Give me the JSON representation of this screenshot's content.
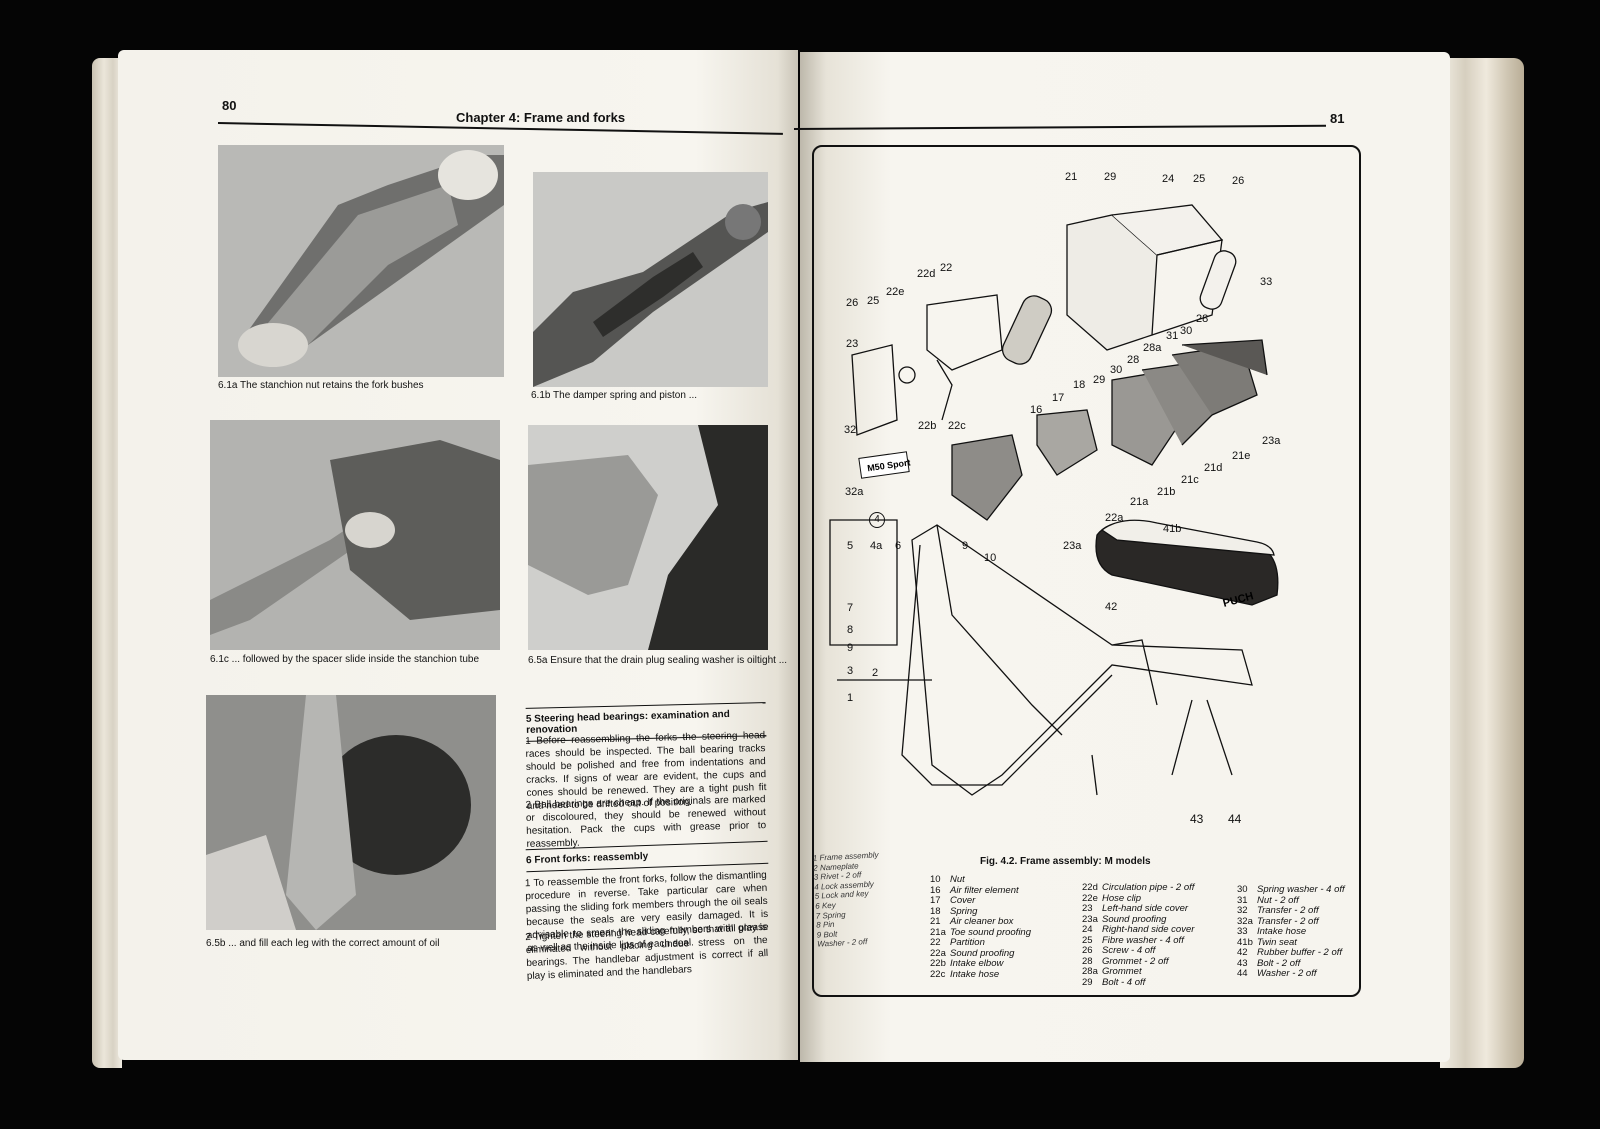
{
  "left_page": {
    "page_number": "80",
    "chapter_title": "Chapter 4: Frame and forks",
    "captions": [
      "6.1a The stanchion nut retains the fork bushes",
      "6.1b The damper spring and piston ...",
      "6.1c ... followed by the spacer slide inside the stanchion tube",
      "6.5a Ensure that the drain plug sealing washer is oiltight ...",
      "6.5b ... and fill each leg with the correct amount of oil"
    ],
    "section5": {
      "heading": "5   Steering head bearings: examination and renovation",
      "para1": "1   Before reassembling the forks the steering head races should be inspected. The ball bearing tracks should be polished and free from indentations and cracks. If signs of wear are evident, the cups and cones should be renewed. They are a tight push fit and need to be drifted out of position.",
      "para2": "2   Ball bearings are cheap. If the originals are marked or discoloured, they should be renewed without hesitation. Pack the cups with grease prior to reassembly."
    },
    "section6": {
      "heading": "6   Front forks: reassembly",
      "para1": "1   To reassemble the front forks, follow the dismantling procedure in reverse. Take particular care when passing the sliding fork members through the oil seals because the seals are very easily damaged. It is advisable to smear the sliding members with grease as well as the inside lips of each seal.",
      "para2": "2   Tighten the steering head carefully, so that all play is eliminated without placing undue stress on the bearings. The handlebar adjustment is correct if all play is eliminated and the handlebars"
    }
  },
  "right_page": {
    "page_number": "81",
    "figure_caption": "Fig. 4.2. Frame assembly: M models",
    "logo_text": "M50 Sport",
    "seat_brand": "PUCH",
    "callouts": [
      "21",
      "29",
      "24",
      "25",
      "26",
      "22d",
      "22",
      "33",
      "22e",
      "26",
      "25",
      "23",
      "32",
      "22b",
      "22c",
      "16",
      "17",
      "18",
      "29",
      "30",
      "28",
      "28a",
      "30",
      "31",
      "28",
      "23a",
      "21a",
      "21b",
      "21c",
      "21d",
      "21e",
      "23a",
      "22a",
      "32a",
      "4",
      "5",
      "4a",
      "6",
      "7",
      "8",
      "9",
      "3",
      "2",
      "1",
      "9",
      "10",
      "41b",
      "42",
      "43",
      "44"
    ],
    "legend_faint": [
      "1  Frame assembly",
      "2  Nameplate",
      "3  Rivet - 2 off",
      "4  Lock assembly",
      "5  Lock and key",
      "6  Key",
      "7  Spring",
      "8  Pin",
      "9  Bolt",
      "   Washer - 2 off"
    ],
    "legend": [
      [
        [
          "10",
          "Nut"
        ],
        [
          "16",
          "Air filter element"
        ],
        [
          "17",
          "Cover"
        ],
        [
          "18",
          "Spring"
        ],
        [
          "21",
          "Air cleaner box"
        ],
        [
          "21a",
          "Toe sound proofing"
        ],
        [
          "22",
          "Partition"
        ],
        [
          "22a",
          "Sound proofing"
        ],
        [
          "22b",
          "Intake elbow"
        ],
        [
          "22c",
          "Intake hose"
        ]
      ],
      [
        [
          "22d",
          "Circulation pipe - 2 off"
        ],
        [
          "22e",
          "Hose clip"
        ],
        [
          "23",
          "Left-hand side cover"
        ],
        [
          "23a",
          "Sound proofing"
        ],
        [
          "24",
          "Right-hand side cover"
        ],
        [
          "25",
          "Fibre washer - 4 off"
        ],
        [
          "26",
          "Screw - 4 off"
        ],
        [
          "28",
          "Grommet - 2 off"
        ],
        [
          "28a",
          "Grommet"
        ],
        [
          "29",
          "Bolt - 4 off"
        ]
      ],
      [
        [
          "30",
          "Spring washer - 4 off"
        ],
        [
          "31",
          "Nut - 2 off"
        ],
        [
          "32",
          "Transfer - 2 off"
        ],
        [
          "32a",
          "Transfer - 2 off"
        ],
        [
          "33",
          "Intake hose"
        ],
        [
          "41b",
          "Twin seat"
        ],
        [
          "42",
          "Rubber buffer - 2 off"
        ],
        [
          "43",
          "Bolt - 2 off"
        ],
        [
          "44",
          "Washer - 2 off"
        ]
      ]
    ]
  }
}
